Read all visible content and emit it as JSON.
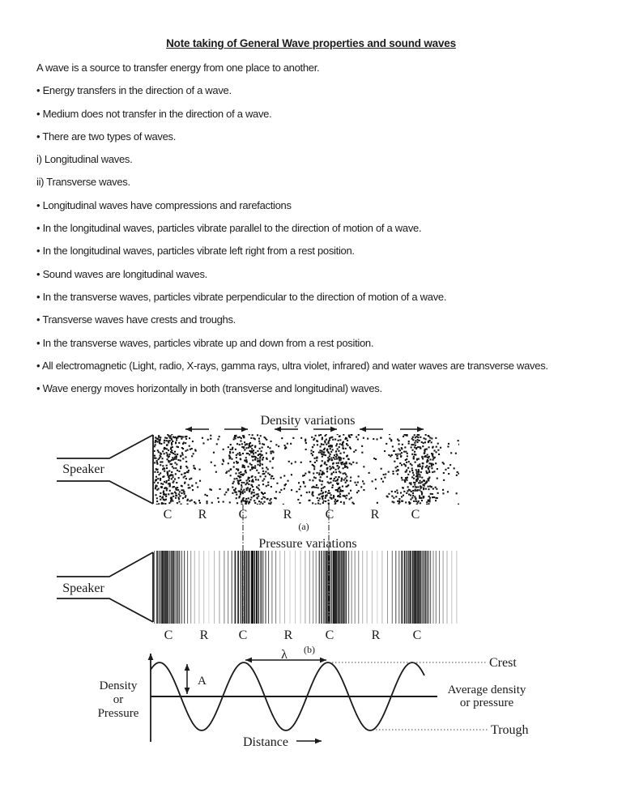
{
  "colors": {
    "ink": "#1a1a1a",
    "background": "#ffffff"
  },
  "document": {
    "title": "Note taking of General Wave properties and sound waves",
    "paragraphs": [
      "A wave is a source to transfer energy from one place to another.",
      "• Energy transfers in the direction of a wave.",
      "• Medium does not transfer in the direction of a wave.",
      "• There are two types of waves.",
      "i) Longitudinal waves.",
      "ii) Transverse waves.",
      "• Longitudinal waves have compressions and rarefactions",
      "• In the longitudinal waves, particles vibrate parallel to the direction of motion of a wave.",
      "• In the longitudinal waves, particles vibrate left right from a rest position.",
      "• Sound waves are longitudinal waves.",
      "• In the transverse waves, particles vibrate perpendicular to the direction of motion of a wave.",
      "• Transverse waves have crests and troughs.",
      "• In the transverse waves, particles vibrate up and down from a rest position.",
      "• All electromagnetic (Light, radio, X-rays, gamma rays, ultra violet, infrared) and water waves are transverse waves.",
      "• Wave energy moves horizontally in both (transverse and longitudinal) waves."
    ]
  },
  "diagram": {
    "density_section": {
      "title": "Density variations",
      "speaker": "Speaker",
      "labels": [
        "C",
        "R",
        "C",
        "R",
        "C",
        "R",
        "C"
      ],
      "caption": "(a)"
    },
    "pressure_section": {
      "title": "Pressure variations",
      "speaker": "Speaker",
      "labels": [
        "C",
        "R",
        "C",
        "R",
        "C",
        "R",
        "C"
      ],
      "caption": "(b)"
    },
    "wave_graph": {
      "y_axis_lines": [
        "Density",
        "or",
        "Pressure"
      ],
      "x_axis": "Distance",
      "amplitude": "A",
      "wavelength": "λ",
      "crest": "Crest",
      "average_lines": [
        "Average density",
        "or pressure"
      ],
      "trough": "Trough"
    }
  }
}
